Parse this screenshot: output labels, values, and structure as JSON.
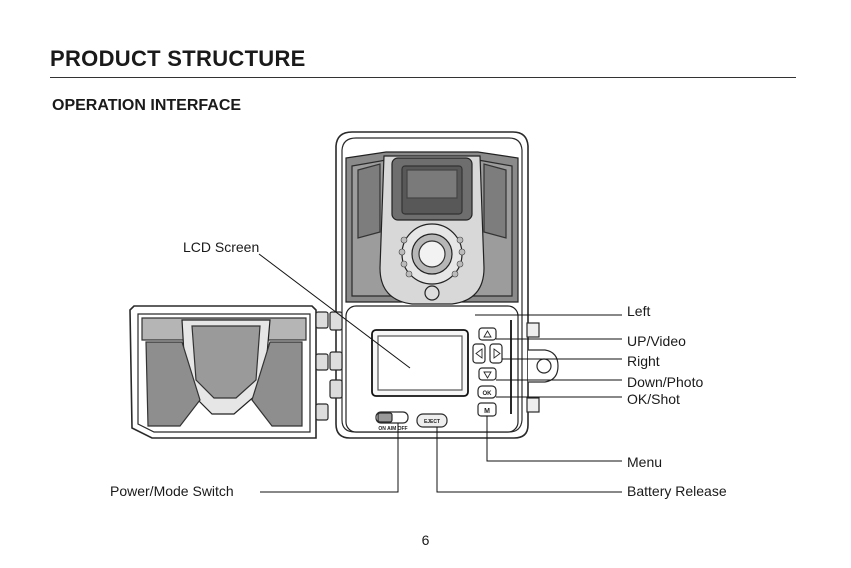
{
  "header": {
    "title": "PRODUCT STRUCTURE",
    "subtitle": "OPERATION INTERFACE"
  },
  "diagram": {
    "callouts": {
      "lcd_screen": "LCD Screen",
      "left": "Left",
      "up_video": "UP/Video",
      "right": "Right",
      "down_photo": "Down/Photo",
      "ok_shot": "OK/Shot",
      "menu": "Menu",
      "power_mode_switch": "Power/Mode Switch",
      "battery_release": "Battery Release"
    },
    "device_markings": {
      "switch_label": "ON AIM OFF",
      "eject_label": "EJECT",
      "ok_button": "OK",
      "menu_button": "M"
    }
  },
  "footer": {
    "page_number": "6"
  }
}
